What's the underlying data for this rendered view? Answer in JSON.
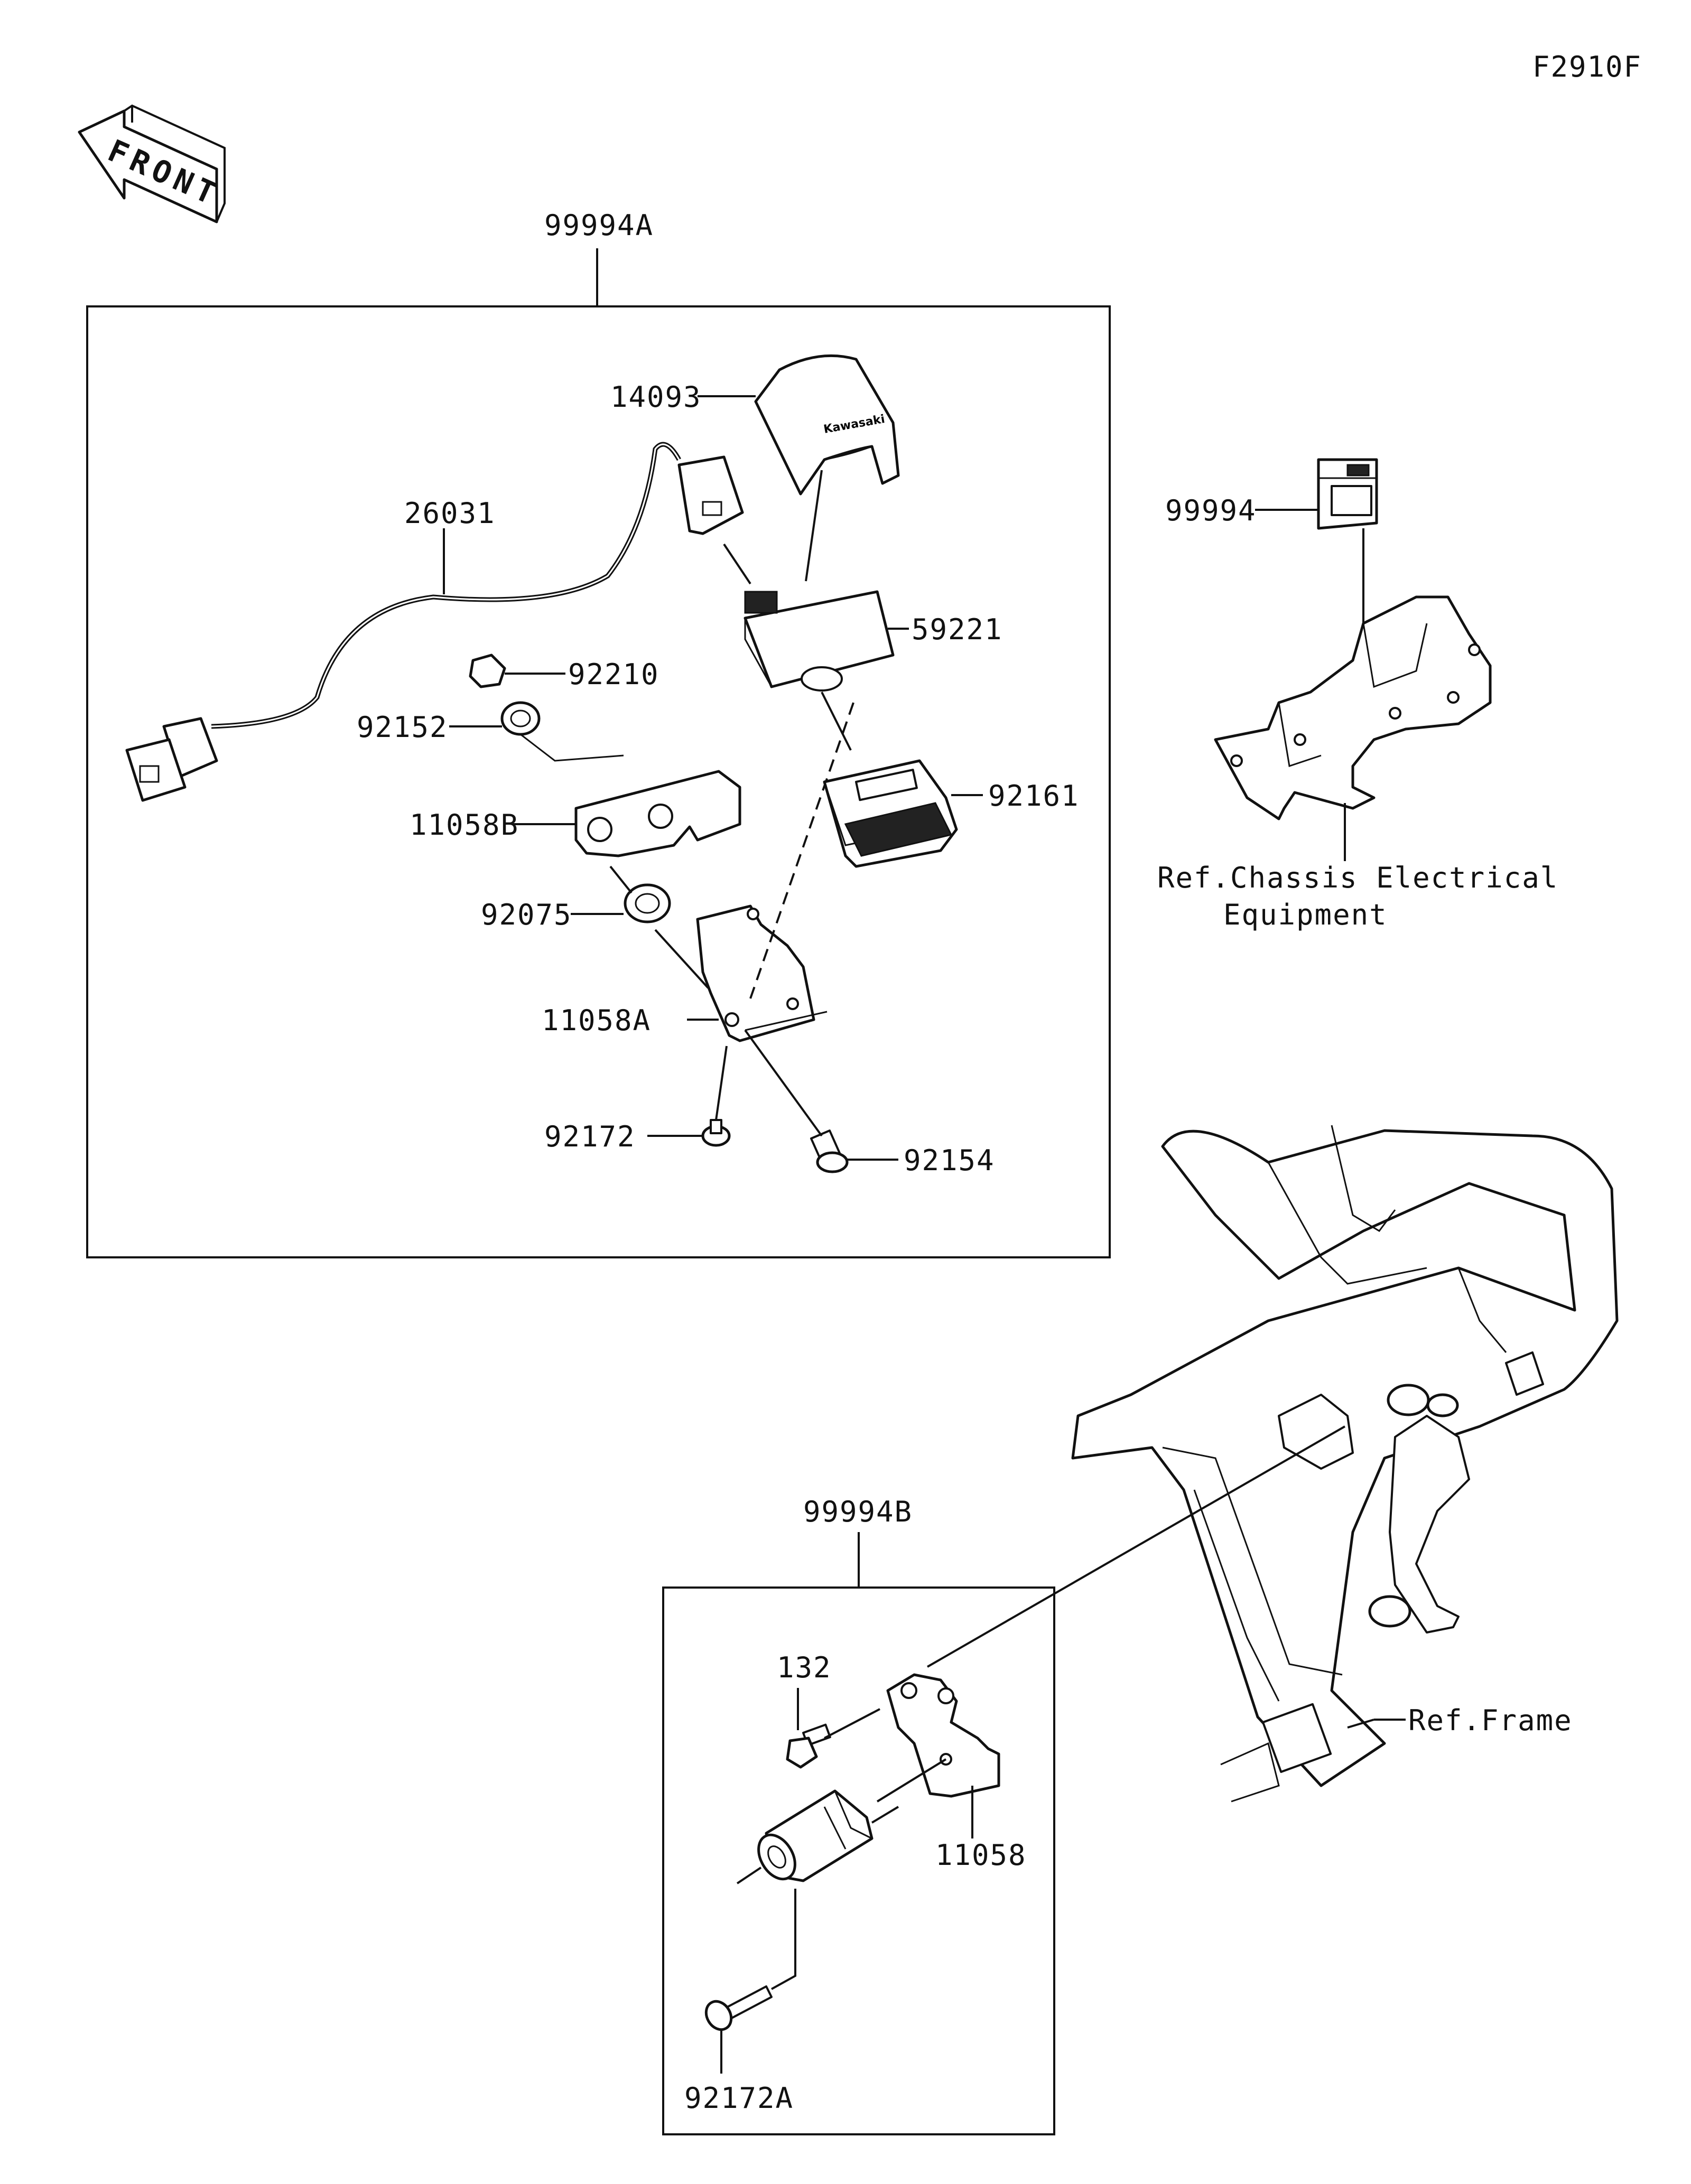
{
  "figure_code": "F2910F",
  "front_label": "FRONT",
  "groups": {
    "kit_a": "99994A",
    "kit_b": "99994B"
  },
  "parts": {
    "cover": "14093",
    "harness": "26031",
    "unit": "59221",
    "nut": "92210",
    "spacer": "92152",
    "bracket_b": "11058B",
    "damper": "92075",
    "bracket_a": "11058A",
    "screw_a": "92172",
    "screw_b": "92154",
    "holder": "92161",
    "relay": "99994",
    "bolt": "132",
    "bracket": "11058",
    "screw_c": "92172A"
  },
  "references": {
    "chassis_line1": "Ref.Chassis Electrical",
    "chassis_line2": "Equipment",
    "frame": "Ref.Frame"
  }
}
